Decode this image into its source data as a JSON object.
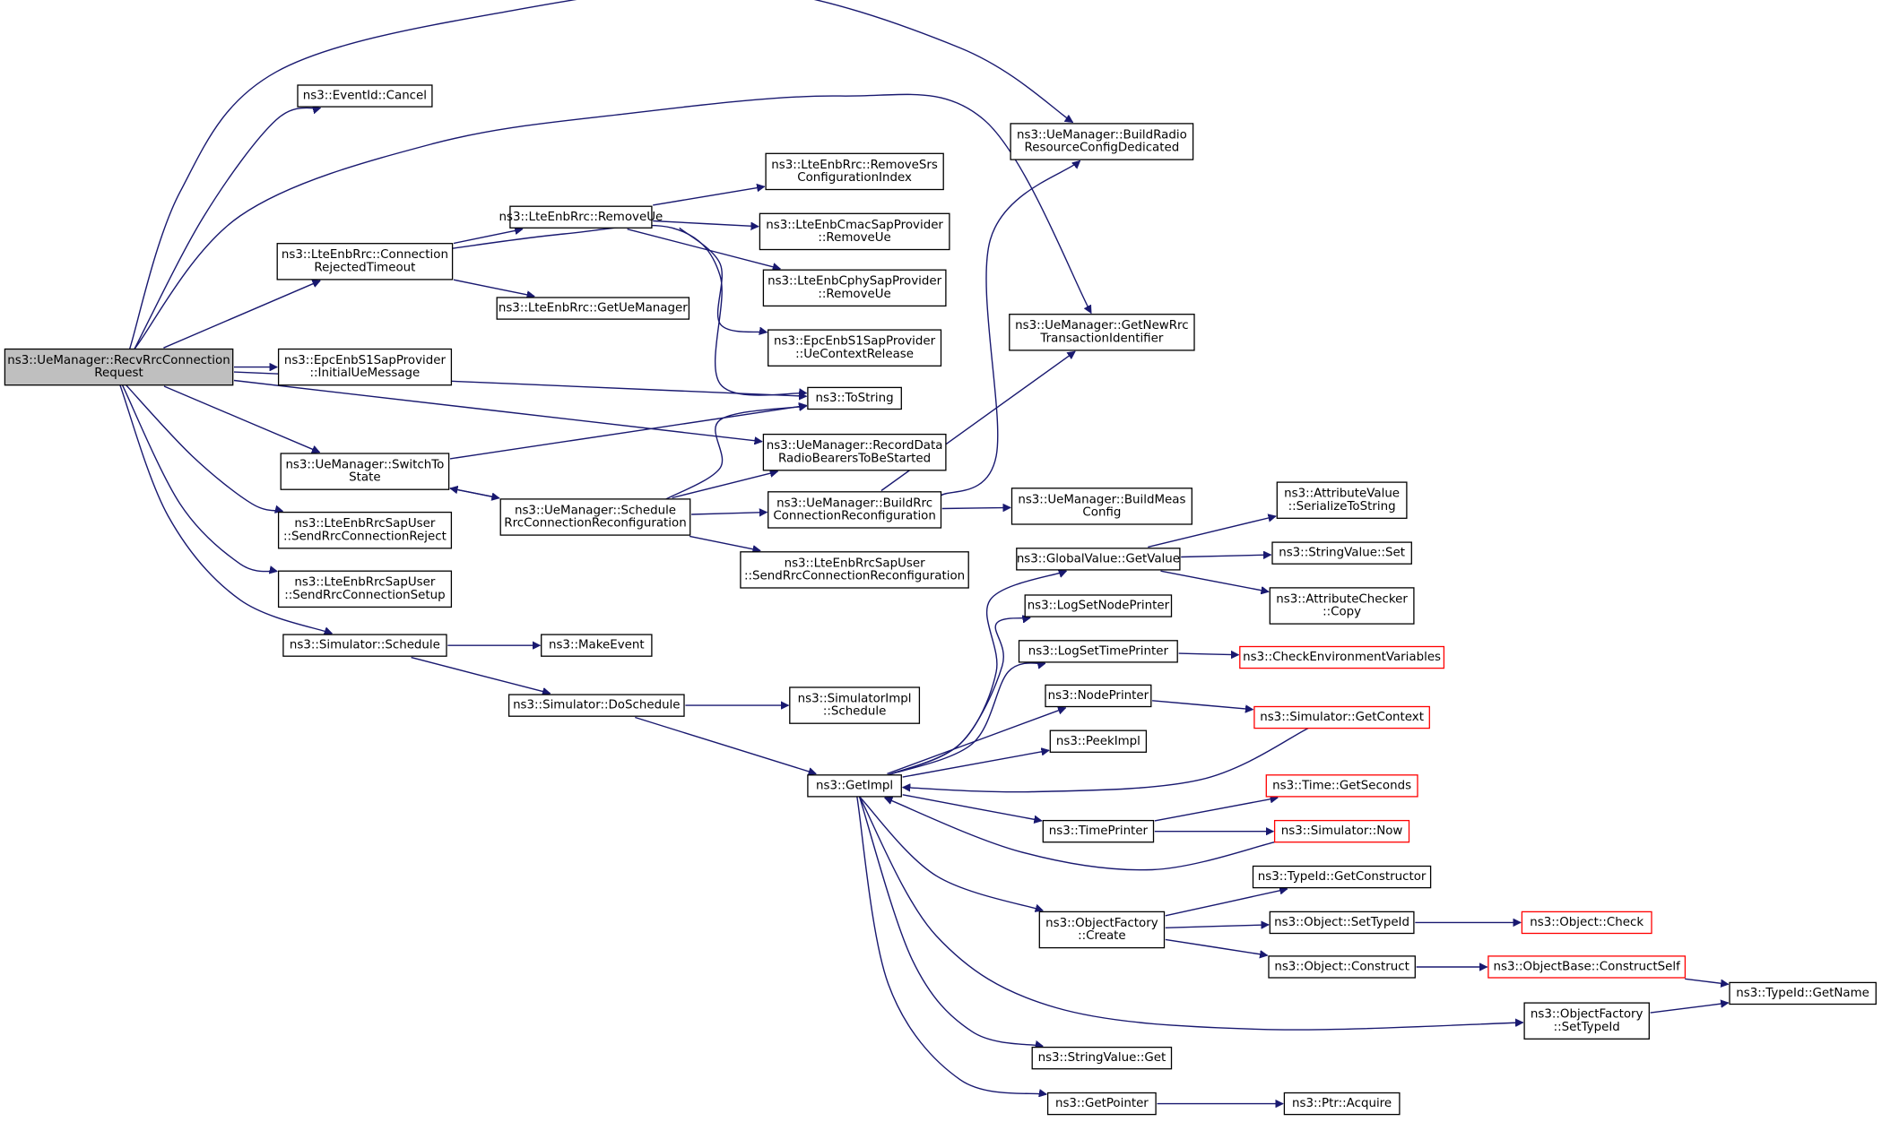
{
  "nodes": [
    {
      "id": "root",
      "lines": [
        "ns3::UeManager::RecvRrcConnection",
        "Request"
      ],
      "style": "root"
    },
    {
      "id": "cancel",
      "lines": [
        "ns3::EventId::Cancel"
      ],
      "style": "normal"
    },
    {
      "id": "brrcd",
      "lines": [
        "ns3::UeManager::BuildRadio",
        "ResourceConfigDedicated"
      ],
      "style": "normal"
    },
    {
      "id": "removeSrs",
      "lines": [
        "ns3::LteEnbRrc::RemoveSrs",
        "ConfigurationIndex"
      ],
      "style": "normal"
    },
    {
      "id": "removeUe",
      "lines": [
        "ns3::LteEnbRrc::RemoveUe"
      ],
      "style": "normal"
    },
    {
      "id": "cmacRemove",
      "lines": [
        "ns3::LteEnbCmacSapProvider",
        "::RemoveUe"
      ],
      "style": "normal"
    },
    {
      "id": "crt",
      "lines": [
        "ns3::LteEnbRrc::Connection",
        "RejectedTimeout"
      ],
      "style": "normal"
    },
    {
      "id": "cphyRemove",
      "lines": [
        "ns3::LteEnbCphySapProvider",
        "::RemoveUe"
      ],
      "style": "normal"
    },
    {
      "id": "getUeMgr",
      "lines": [
        "ns3::LteEnbRrc::GetUeManager"
      ],
      "style": "normal"
    },
    {
      "id": "newRrc",
      "lines": [
        "ns3::UeManager::GetNewRrc",
        "TransactionIdentifier"
      ],
      "style": "normal"
    },
    {
      "id": "ctxRelease",
      "lines": [
        "ns3::EpcEnbS1SapProvider",
        "::UeContextRelease"
      ],
      "style": "normal"
    },
    {
      "id": "initUeMsg",
      "lines": [
        "ns3::EpcEnbS1SapProvider",
        "::InitialUeMessage"
      ],
      "style": "normal"
    },
    {
      "id": "toString",
      "lines": [
        "ns3::ToString"
      ],
      "style": "normal"
    },
    {
      "id": "recordDrb",
      "lines": [
        "ns3::UeManager::RecordData",
        "RadioBearersToBeStarted"
      ],
      "style": "normal"
    },
    {
      "id": "switchTo",
      "lines": [
        "ns3::UeManager::SwitchTo",
        "State"
      ],
      "style": "normal"
    },
    {
      "id": "buildRrcReconf",
      "lines": [
        "ns3::UeManager::BuildRrc",
        "ConnectionReconfiguration"
      ],
      "style": "normal"
    },
    {
      "id": "buildMeas",
      "lines": [
        "ns3::UeManager::BuildMeas",
        "Config"
      ],
      "style": "normal"
    },
    {
      "id": "serializeToStr",
      "lines": [
        "ns3::AttributeValue",
        "::SerializeToString"
      ],
      "style": "normal"
    },
    {
      "id": "schedReconf",
      "lines": [
        "ns3::UeManager::Schedule",
        "RrcConnectionReconfiguration"
      ],
      "style": "normal"
    },
    {
      "id": "sendReject",
      "lines": [
        "ns3::LteEnbRrcSapUser",
        "::SendRrcConnectionReject"
      ],
      "style": "normal"
    },
    {
      "id": "globalGet",
      "lines": [
        "ns3::GlobalValue::GetValue"
      ],
      "style": "normal"
    },
    {
      "id": "strValSet",
      "lines": [
        "ns3::StringValue::Set"
      ],
      "style": "normal"
    },
    {
      "id": "sendReconf",
      "lines": [
        "ns3::LteEnbRrcSapUser",
        "::SendRrcConnectionReconfiguration"
      ],
      "style": "normal"
    },
    {
      "id": "sendSetup",
      "lines": [
        "ns3::LteEnbRrcSapUser",
        "::SendRrcConnectionSetup"
      ],
      "style": "normal"
    },
    {
      "id": "attrCheckerCopy",
      "lines": [
        "ns3::AttributeChecker",
        "::Copy"
      ],
      "style": "normal"
    },
    {
      "id": "logNode",
      "lines": [
        "ns3::LogSetNodePrinter"
      ],
      "style": "normal"
    },
    {
      "id": "simSchedule",
      "lines": [
        "ns3::Simulator::Schedule"
      ],
      "style": "normal"
    },
    {
      "id": "makeEvent",
      "lines": [
        "ns3::MakeEvent"
      ],
      "style": "normal"
    },
    {
      "id": "logTime",
      "lines": [
        "ns3::LogSetTimePrinter"
      ],
      "style": "normal"
    },
    {
      "id": "checkEnv",
      "lines": [
        "ns3::CheckEnvironmentVariables"
      ],
      "style": "truncated"
    },
    {
      "id": "nodePrinter",
      "lines": [
        "ns3::NodePrinter"
      ],
      "style": "normal"
    },
    {
      "id": "doSchedule",
      "lines": [
        "ns3::Simulator::DoSchedule"
      ],
      "style": "normal"
    },
    {
      "id": "implSchedule",
      "lines": [
        "ns3::SimulatorImpl",
        "::Schedule"
      ],
      "style": "normal"
    },
    {
      "id": "getContext",
      "lines": [
        "ns3::Simulator::GetContext"
      ],
      "style": "truncated"
    },
    {
      "id": "peekImpl",
      "lines": [
        "ns3::PeekImpl"
      ],
      "style": "normal"
    },
    {
      "id": "getImpl",
      "lines": [
        "ns3::GetImpl"
      ],
      "style": "normal"
    },
    {
      "id": "getSeconds",
      "lines": [
        "ns3::Time::GetSeconds"
      ],
      "style": "truncated"
    },
    {
      "id": "timePrinter",
      "lines": [
        "ns3::TimePrinter"
      ],
      "style": "normal"
    },
    {
      "id": "simNow",
      "lines": [
        "ns3::Simulator::Now"
      ],
      "style": "truncated"
    },
    {
      "id": "getCtor",
      "lines": [
        "ns3::TypeId::GetConstructor"
      ],
      "style": "normal"
    },
    {
      "id": "ofCreate",
      "lines": [
        "ns3::ObjectFactory",
        "::Create"
      ],
      "style": "normal"
    },
    {
      "id": "setTypeIdObj",
      "lines": [
        "ns3::Object::SetTypeId"
      ],
      "style": "normal"
    },
    {
      "id": "objCheck",
      "lines": [
        "ns3::Object::Check"
      ],
      "style": "truncated"
    },
    {
      "id": "objConstruct",
      "lines": [
        "ns3::Object::Construct"
      ],
      "style": "normal"
    },
    {
      "id": "constructSelf",
      "lines": [
        "ns3::ObjectBase::ConstructSelf"
      ],
      "style": "truncated"
    },
    {
      "id": "getName",
      "lines": [
        "ns3::TypeId::GetName"
      ],
      "style": "normal"
    },
    {
      "id": "ofSetTypeId",
      "lines": [
        "ns3::ObjectFactory",
        "::SetTypeId"
      ],
      "style": "normal"
    },
    {
      "id": "strValGet",
      "lines": [
        "ns3::StringValue::Get"
      ],
      "style": "normal"
    },
    {
      "id": "getPointer",
      "lines": [
        "ns3::GetPointer"
      ],
      "style": "normal"
    },
    {
      "id": "ptrAcquire",
      "lines": [
        "ns3::Ptr::Acquire"
      ],
      "style": "normal"
    }
  ],
  "edges": [
    [
      "root",
      "cancel"
    ],
    [
      "root",
      "brrcd"
    ],
    [
      "root",
      "newRrc"
    ],
    [
      "root",
      "crt"
    ],
    [
      "root",
      "initUeMsg"
    ],
    [
      "root",
      "toString"
    ],
    [
      "root",
      "recordDrb"
    ],
    [
      "root",
      "switchTo"
    ],
    [
      "root",
      "sendReject"
    ],
    [
      "root",
      "sendSetup"
    ],
    [
      "root",
      "simSchedule"
    ],
    [
      "crt",
      "removeUe"
    ],
    [
      "crt",
      "getUeMgr"
    ],
    [
      "crt",
      "toString"
    ],
    [
      "removeUe",
      "removeSrs"
    ],
    [
      "removeUe",
      "cmacRemove"
    ],
    [
      "removeUe",
      "cphyRemove"
    ],
    [
      "removeUe",
      "ctxRelease"
    ],
    [
      "switchTo",
      "toString"
    ],
    [
      "switchTo",
      "schedReconf"
    ],
    [
      "schedReconf",
      "switchTo"
    ],
    [
      "schedReconf",
      "toString"
    ],
    [
      "schedReconf",
      "recordDrb"
    ],
    [
      "schedReconf",
      "buildRrcReconf"
    ],
    [
      "schedReconf",
      "sendReconf"
    ],
    [
      "buildRrcReconf",
      "brrcd"
    ],
    [
      "buildRrcReconf",
      "newRrc"
    ],
    [
      "buildRrcReconf",
      "buildMeas"
    ],
    [
      "simSchedule",
      "makeEvent"
    ],
    [
      "simSchedule",
      "doSchedule"
    ],
    [
      "doSchedule",
      "implSchedule"
    ],
    [
      "doSchedule",
      "getImpl"
    ],
    [
      "getImpl",
      "globalGet"
    ],
    [
      "getImpl",
      "logNode"
    ],
    [
      "getImpl",
      "logTime"
    ],
    [
      "getImpl",
      "nodePrinter"
    ],
    [
      "getImpl",
      "peekImpl"
    ],
    [
      "getImpl",
      "timePrinter"
    ],
    [
      "getImpl",
      "ofCreate"
    ],
    [
      "getImpl",
      "ofSetTypeId"
    ],
    [
      "getImpl",
      "strValGet"
    ],
    [
      "getImpl",
      "getPointer"
    ],
    [
      "globalGet",
      "serializeToStr"
    ],
    [
      "globalGet",
      "strValSet"
    ],
    [
      "globalGet",
      "attrCheckerCopy"
    ],
    [
      "logTime",
      "checkEnv"
    ],
    [
      "nodePrinter",
      "getContext"
    ],
    [
      "getContext",
      "getImpl"
    ],
    [
      "timePrinter",
      "getSeconds"
    ],
    [
      "timePrinter",
      "simNow"
    ],
    [
      "simNow",
      "getImpl"
    ],
    [
      "ofCreate",
      "getCtor"
    ],
    [
      "ofCreate",
      "setTypeIdObj"
    ],
    [
      "ofCreate",
      "objConstruct"
    ],
    [
      "setTypeIdObj",
      "objCheck"
    ],
    [
      "objConstruct",
      "constructSelf"
    ],
    [
      "constructSelf",
      "getName"
    ],
    [
      "ofSetTypeId",
      "getName"
    ],
    [
      "getPointer",
      "ptrAcquire"
    ]
  ]
}
